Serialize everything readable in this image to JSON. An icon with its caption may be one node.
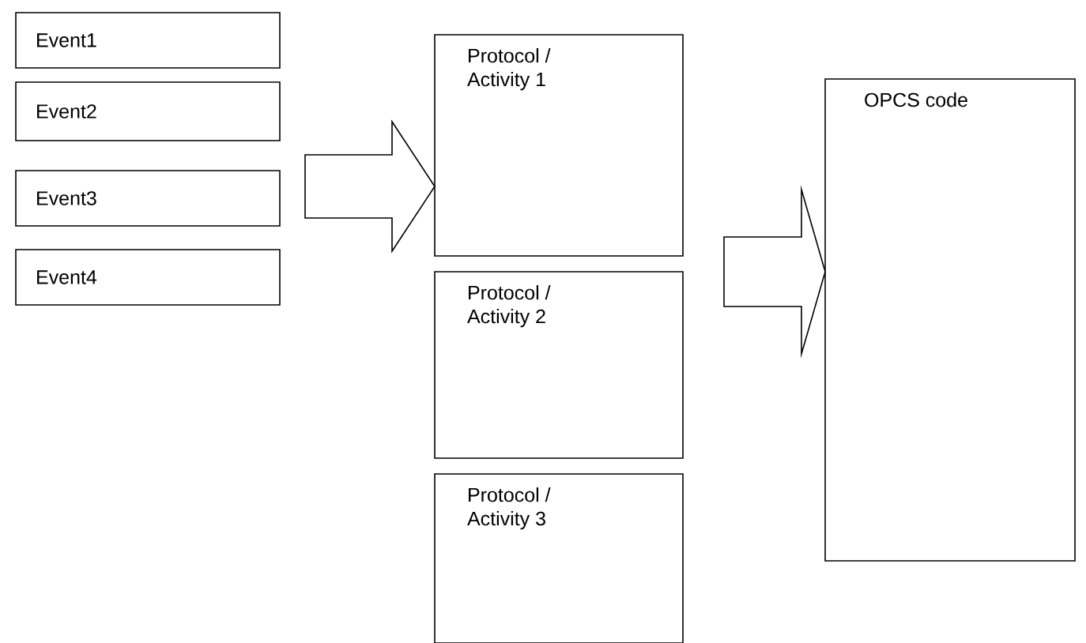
{
  "diagram": {
    "nodes": [
      {
        "text": [
          "Event1"
        ]
      },
      {
        "text": [
          "Event2"
        ]
      },
      {
        "text": [
          "Event3"
        ]
      },
      {
        "text": [
          "Event4"
        ]
      },
      {
        "text": [
          "Protocol / Activity 1"
        ]
      },
      {
        "text": [
          "Protocol / Activity 2"
        ]
      },
      {
        "text": [
          "Protocol / Activity 3"
        ]
      },
      {
        "text": [
          "OPCS code"
        ]
      }
    ],
    "edges": [
      {
        "from": null,
        "to": 4,
        "arrow": "to"
      },
      {
        "from": null,
        "to": 7,
        "arrow": "to"
      }
    ]
  }
}
